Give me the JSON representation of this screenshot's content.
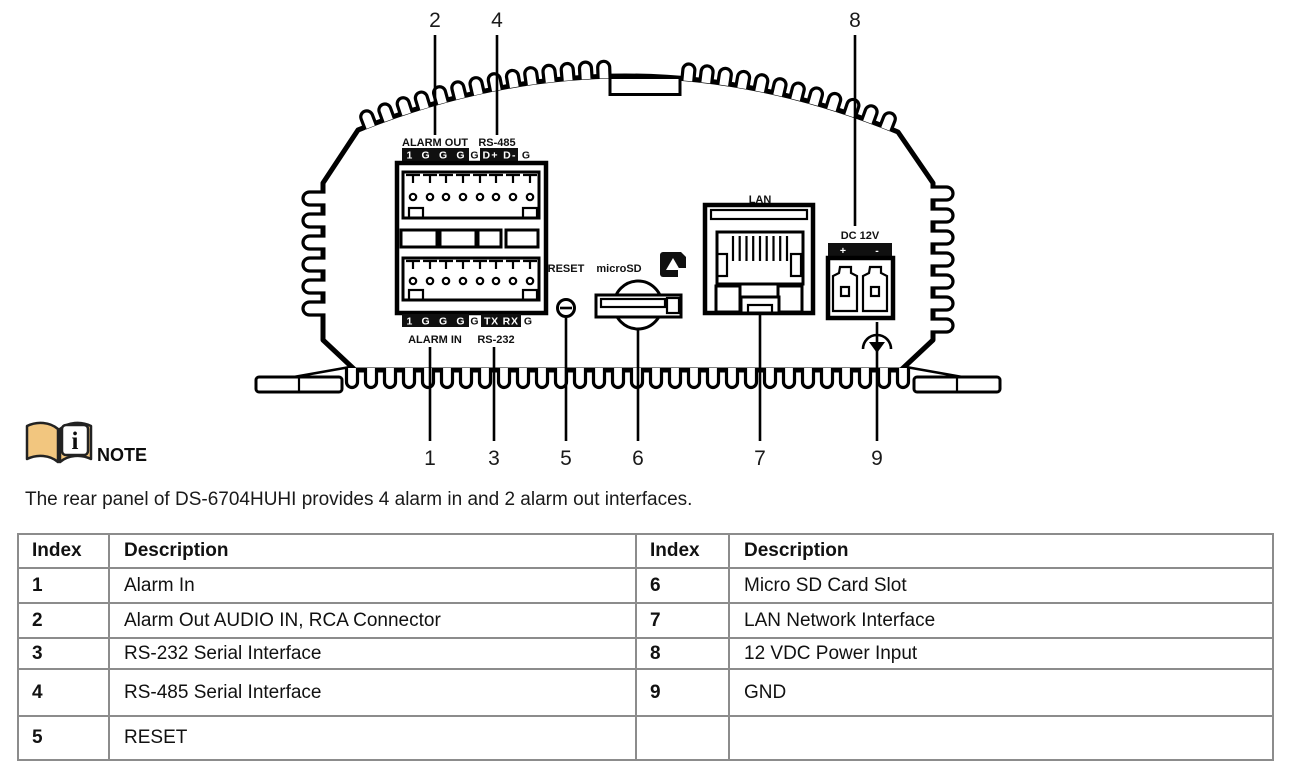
{
  "diagram": {
    "callouts_top": [
      "2",
      "4",
      "8"
    ],
    "callouts_bottom": [
      "1",
      "3",
      "5",
      "6",
      "7",
      "9"
    ],
    "labels": {
      "alarm_out": "ALARM OUT",
      "rs485": "RS-485",
      "alarm_in": "ALARM IN",
      "rs232": "RS-232",
      "pin_group": "1 G G G",
      "g": "G",
      "data_pins": "D+ D-",
      "serial_pins": "TX RX",
      "reset": "RESET",
      "microsd": "microSD",
      "lan": "LAN",
      "dc12v": "DC 12V",
      "plus": "+",
      "minus": "-"
    },
    "icons": {
      "sd_card": "microsd-card-icon",
      "ground": "ground-symbol-icon",
      "reset": "reset-screw-icon"
    }
  },
  "note": {
    "label": "NOTE",
    "icon": "info-book-icon",
    "icon_color": "#f2c67f",
    "info_glyph": "i"
  },
  "paragraph": {
    "text": "The rear panel of DS-6704HUHI provides 4 alarm in and 2 alarm out interfaces."
  },
  "table": {
    "border_color": "#8c8c8c",
    "headers": [
      "Index",
      "Description",
      "Index",
      "Description"
    ],
    "rows": [
      [
        "1",
        "Alarm In",
        "6",
        "Micro SD Card Slot"
      ],
      [
        "2",
        "Alarm Out AUDIO IN, RCA Connector",
        "7",
        "LAN Network Interface"
      ],
      [
        "3",
        "RS-232 Serial Interface",
        "8",
        "12 VDC Power Input"
      ],
      [
        "4",
        "RS-485 Serial Interface",
        "9",
        "GND"
      ],
      [
        "5",
        "RESET",
        "",
        ""
      ]
    ]
  }
}
